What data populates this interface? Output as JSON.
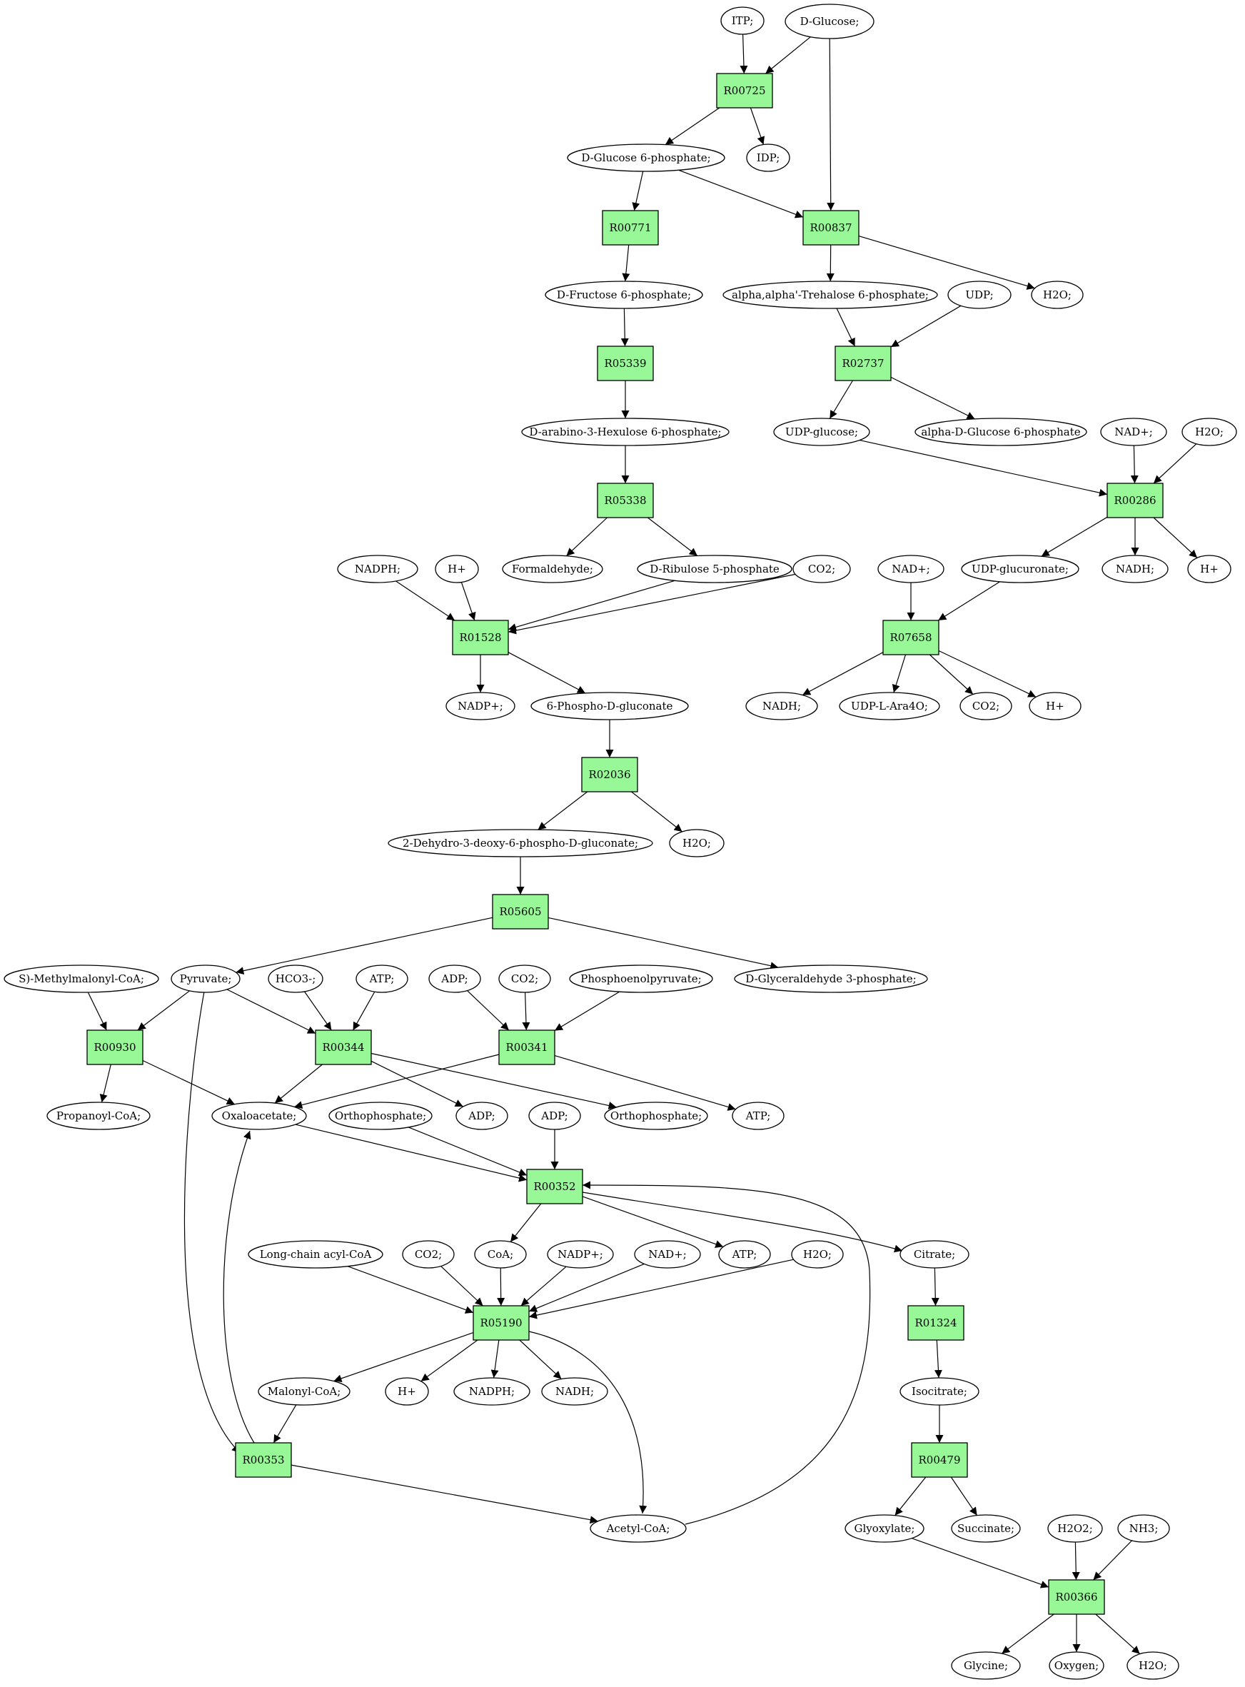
{
  "colors": {
    "reaction": "#98f898",
    "source": "#00f000",
    "target": "#ffff00",
    "compound": "#ffffff"
  },
  "nodes": [
    {
      "id": "c_itp",
      "label": "ITP;",
      "kind": "compound"
    },
    {
      "id": "c_dglc",
      "label": "D-Glucose;",
      "kind": "source"
    },
    {
      "id": "r_00725",
      "label": "R00725",
      "kind": "reaction"
    },
    {
      "id": "c_g6p",
      "label": "D-Glucose 6-phosphate;",
      "kind": "compound"
    },
    {
      "id": "c_idp",
      "label": "IDP;",
      "kind": "compound"
    },
    {
      "id": "r_00771",
      "label": "R00771",
      "kind": "reaction"
    },
    {
      "id": "r_00837",
      "label": "R00837",
      "kind": "reaction"
    },
    {
      "id": "c_f6p",
      "label": "D-Fructose 6-phosphate;",
      "kind": "compound"
    },
    {
      "id": "c_tre6p",
      "label": "alpha,alpha'-Trehalose 6-phosphate;",
      "kind": "compound"
    },
    {
      "id": "c_udp",
      "label": "UDP;",
      "kind": "compound"
    },
    {
      "id": "c_h2o_a",
      "label": "H2O;",
      "kind": "compound"
    },
    {
      "id": "r_05339",
      "label": "R05339",
      "kind": "reaction"
    },
    {
      "id": "r_02737",
      "label": "R02737",
      "kind": "reaction"
    },
    {
      "id": "c_hex6p",
      "label": "D-arabino-3-Hexulose 6-phosphate;",
      "kind": "compound"
    },
    {
      "id": "c_udpglc",
      "label": "UDP-glucose;",
      "kind": "compound"
    },
    {
      "id": "c_ag6p",
      "label": "alpha-D-Glucose 6-phosphate",
      "kind": "compound"
    },
    {
      "id": "c_nad_a",
      "label": "NAD+;",
      "kind": "compound"
    },
    {
      "id": "c_h2o_b",
      "label": "H2O;",
      "kind": "compound"
    },
    {
      "id": "r_05338",
      "label": "R05338",
      "kind": "reaction"
    },
    {
      "id": "r_00286",
      "label": "R00286",
      "kind": "reaction"
    },
    {
      "id": "c_nadph_a",
      "label": "NADPH;",
      "kind": "compound"
    },
    {
      "id": "c_h_a",
      "label": "H+",
      "kind": "compound"
    },
    {
      "id": "c_hcho",
      "label": "Formaldehyde;",
      "kind": "compound"
    },
    {
      "id": "c_ru5p",
      "label": "D-Ribulose 5-phosphate",
      "kind": "compound"
    },
    {
      "id": "c_co2_a",
      "label": "CO2;",
      "kind": "compound"
    },
    {
      "id": "c_nad_b",
      "label": "NAD+;",
      "kind": "compound"
    },
    {
      "id": "c_udpglcu",
      "label": "UDP-glucuronate;",
      "kind": "compound"
    },
    {
      "id": "c_nadh_a",
      "label": "NADH;",
      "kind": "compound"
    },
    {
      "id": "c_h_b",
      "label": "H+",
      "kind": "compound"
    },
    {
      "id": "r_01528",
      "label": "R01528",
      "kind": "reaction"
    },
    {
      "id": "r_07658",
      "label": "R07658",
      "kind": "reaction"
    },
    {
      "id": "c_nadp_a",
      "label": "NADP+;",
      "kind": "compound"
    },
    {
      "id": "c_6pg",
      "label": "6-Phospho-D-gluconate",
      "kind": "compound"
    },
    {
      "id": "c_nadh_b",
      "label": "NADH;",
      "kind": "compound"
    },
    {
      "id": "c_udpara",
      "label": "UDP-L-Ara4O;",
      "kind": "compound"
    },
    {
      "id": "c_co2_b",
      "label": "CO2;",
      "kind": "compound"
    },
    {
      "id": "c_h_c",
      "label": "H+",
      "kind": "compound"
    },
    {
      "id": "r_02036",
      "label": "R02036",
      "kind": "reaction"
    },
    {
      "id": "c_kdpg",
      "label": "2-Dehydro-3-deoxy-6-phospho-D-gluconate;",
      "kind": "compound"
    },
    {
      "id": "c_h2o_c",
      "label": "H2O;",
      "kind": "compound"
    },
    {
      "id": "r_05605",
      "label": "R05605",
      "kind": "reaction"
    },
    {
      "id": "c_smmcoa",
      "label": "S)-Methylmalonyl-CoA;",
      "kind": "compound"
    },
    {
      "id": "c_pyr",
      "label": "Pyruvate;",
      "kind": "compound"
    },
    {
      "id": "c_hco3",
      "label": "HCO3-;",
      "kind": "compound"
    },
    {
      "id": "c_atp_a",
      "label": "ATP;",
      "kind": "compound"
    },
    {
      "id": "c_adp_a",
      "label": "ADP;",
      "kind": "compound"
    },
    {
      "id": "c_co2_c",
      "label": "CO2;",
      "kind": "compound"
    },
    {
      "id": "c_pep",
      "label": "Phosphoenolpyruvate;",
      "kind": "compound"
    },
    {
      "id": "c_gap",
      "label": "D-Glyceraldehyde 3-phosphate;",
      "kind": "compound"
    },
    {
      "id": "r_00930",
      "label": "R00930",
      "kind": "reaction"
    },
    {
      "id": "r_00344",
      "label": "R00344",
      "kind": "reaction"
    },
    {
      "id": "r_00341",
      "label": "R00341",
      "kind": "reaction"
    },
    {
      "id": "c_propcoa",
      "label": "Propanoyl-CoA;",
      "kind": "compound"
    },
    {
      "id": "c_oaa",
      "label": "Oxaloacetate;",
      "kind": "compound"
    },
    {
      "id": "c_pi_a",
      "label": "Orthophosphate;",
      "kind": "compound"
    },
    {
      "id": "c_adp_b",
      "label": "ADP;",
      "kind": "compound"
    },
    {
      "id": "c_adp_c",
      "label": "ADP;",
      "kind": "compound"
    },
    {
      "id": "c_pi_b",
      "label": "Orthophosphate;",
      "kind": "compound"
    },
    {
      "id": "c_atp_b",
      "label": "ATP;",
      "kind": "compound"
    },
    {
      "id": "r_00352",
      "label": "R00352",
      "kind": "reaction"
    },
    {
      "id": "c_lcacoa",
      "label": "Long-chain acyl-CoA",
      "kind": "compound"
    },
    {
      "id": "c_co2_d",
      "label": "CO2;",
      "kind": "compound"
    },
    {
      "id": "c_coa",
      "label": "CoA;",
      "kind": "compound"
    },
    {
      "id": "c_nadp_b",
      "label": "NADP+;",
      "kind": "compound"
    },
    {
      "id": "c_nad_c",
      "label": "NAD+;",
      "kind": "compound"
    },
    {
      "id": "c_atp_c",
      "label": "ATP;",
      "kind": "compound"
    },
    {
      "id": "c_h2o_d",
      "label": "H2O;",
      "kind": "compound"
    },
    {
      "id": "c_cit",
      "label": "Citrate;",
      "kind": "compound"
    },
    {
      "id": "r_05190",
      "label": "R05190",
      "kind": "reaction"
    },
    {
      "id": "r_01324",
      "label": "R01324",
      "kind": "reaction"
    },
    {
      "id": "c_malcoa",
      "label": "Malonyl-CoA;",
      "kind": "compound"
    },
    {
      "id": "c_h_d",
      "label": "H+",
      "kind": "compound"
    },
    {
      "id": "c_nadph_b",
      "label": "NADPH;",
      "kind": "compound"
    },
    {
      "id": "c_nadh_c",
      "label": "NADH;",
      "kind": "compound"
    },
    {
      "id": "c_icit",
      "label": "Isocitrate;",
      "kind": "compound"
    },
    {
      "id": "r_00353",
      "label": "R00353",
      "kind": "reaction"
    },
    {
      "id": "r_00479",
      "label": "R00479",
      "kind": "reaction"
    },
    {
      "id": "c_accoa",
      "label": "Acetyl-CoA;",
      "kind": "compound"
    },
    {
      "id": "c_glx",
      "label": "Glyoxylate;",
      "kind": "compound"
    },
    {
      "id": "c_succ",
      "label": "Succinate;",
      "kind": "compound"
    },
    {
      "id": "c_h2o2",
      "label": "H2O2;",
      "kind": "compound"
    },
    {
      "id": "c_nh3",
      "label": "NH3;",
      "kind": "compound"
    },
    {
      "id": "r_00366",
      "label": "R00366",
      "kind": "reaction"
    },
    {
      "id": "c_gly",
      "label": "Glycine;",
      "kind": "target"
    },
    {
      "id": "c_o2",
      "label": "Oxygen;",
      "kind": "compound"
    },
    {
      "id": "c_h2o_e",
      "label": "H2O;",
      "kind": "compound"
    }
  ],
  "edges": [
    [
      "c_itp",
      "r_00725"
    ],
    [
      "c_dglc",
      "r_00725"
    ],
    [
      "c_dglc",
      "r_00837"
    ],
    [
      "r_00725",
      "c_g6p"
    ],
    [
      "r_00725",
      "c_idp"
    ],
    [
      "c_g6p",
      "r_00771"
    ],
    [
      "c_g6p",
      "r_00837"
    ],
    [
      "r_00771",
      "c_f6p"
    ],
    [
      "r_00837",
      "c_tre6p"
    ],
    [
      "r_00837",
      "c_h2o_a"
    ],
    [
      "c_f6p",
      "r_05339"
    ],
    [
      "c_tre6p",
      "r_02737"
    ],
    [
      "c_udp",
      "r_02737"
    ],
    [
      "r_05339",
      "c_hex6p"
    ],
    [
      "r_02737",
      "c_udpglc"
    ],
    [
      "r_02737",
      "c_ag6p"
    ],
    [
      "c_hex6p",
      "r_05338"
    ],
    [
      "c_udpglc",
      "r_00286"
    ],
    [
      "c_nad_a",
      "r_00286"
    ],
    [
      "c_h2o_b",
      "r_00286"
    ],
    [
      "r_05338",
      "c_hcho"
    ],
    [
      "r_05338",
      "c_ru5p"
    ],
    [
      "r_00286",
      "c_udpglcu"
    ],
    [
      "r_00286",
      "c_nadh_a"
    ],
    [
      "r_00286",
      "c_h_b"
    ],
    [
      "c_nadph_a",
      "r_01528"
    ],
    [
      "c_h_a",
      "r_01528"
    ],
    [
      "c_ru5p",
      "r_01528"
    ],
    [
      "c_co2_a",
      "r_01528"
    ],
    [
      "c_nad_b",
      "r_07658"
    ],
    [
      "c_udpglcu",
      "r_07658"
    ],
    [
      "r_01528",
      "c_nadp_a"
    ],
    [
      "r_01528",
      "c_6pg"
    ],
    [
      "r_07658",
      "c_nadh_b"
    ],
    [
      "r_07658",
      "c_udpara"
    ],
    [
      "r_07658",
      "c_co2_b"
    ],
    [
      "r_07658",
      "c_h_c"
    ],
    [
      "c_6pg",
      "r_02036"
    ],
    [
      "r_02036",
      "c_kdpg"
    ],
    [
      "r_02036",
      "c_h2o_c"
    ],
    [
      "c_kdpg",
      "r_05605"
    ],
    [
      "r_05605",
      "c_pyr"
    ],
    [
      "r_05605",
      "c_gap"
    ],
    [
      "c_smmcoa",
      "r_00930"
    ],
    [
      "c_pyr",
      "r_00930"
    ],
    [
      "c_pyr",
      "r_00344"
    ],
    [
      "c_pyr",
      "r_00353"
    ],
    [
      "c_hco3",
      "r_00344"
    ],
    [
      "c_atp_a",
      "r_00344"
    ],
    [
      "c_adp_a",
      "r_00341"
    ],
    [
      "c_co2_c",
      "r_00341"
    ],
    [
      "c_pep",
      "r_00341"
    ],
    [
      "r_00930",
      "c_propcoa"
    ],
    [
      "r_00930",
      "c_oaa"
    ],
    [
      "r_00344",
      "c_oaa"
    ],
    [
      "r_00344",
      "c_adp_b"
    ],
    [
      "r_00344",
      "c_pi_b"
    ],
    [
      "r_00341",
      "c_oaa"
    ],
    [
      "r_00341",
      "c_atp_b"
    ],
    [
      "c_oaa",
      "r_00352"
    ],
    [
      "c_pi_a",
      "r_00352"
    ],
    [
      "c_adp_c",
      "r_00352"
    ],
    [
      "c_accoa",
      "r_00352"
    ],
    [
      "r_00352",
      "c_coa"
    ],
    [
      "r_00352",
      "c_atp_c"
    ],
    [
      "r_00352",
      "c_cit"
    ],
    [
      "c_lcacoa",
      "r_05190"
    ],
    [
      "c_co2_d",
      "r_05190"
    ],
    [
      "c_coa",
      "r_05190"
    ],
    [
      "c_nadp_b",
      "r_05190"
    ],
    [
      "c_nad_c",
      "r_05190"
    ],
    [
      "c_h2o_d",
      "r_05190"
    ],
    [
      "r_05190",
      "c_malcoa"
    ],
    [
      "r_05190",
      "c_h_d"
    ],
    [
      "r_05190",
      "c_nadph_b"
    ],
    [
      "r_05190",
      "c_nadh_c"
    ],
    [
      "r_05190",
      "c_accoa"
    ],
    [
      "c_cit",
      "r_01324"
    ],
    [
      "r_01324",
      "c_icit"
    ],
    [
      "c_malcoa",
      "r_00353"
    ],
    [
      "r_00353",
      "c_oaa"
    ],
    [
      "r_00353",
      "c_accoa"
    ],
    [
      "c_icit",
      "r_00479"
    ],
    [
      "r_00479",
      "c_glx"
    ],
    [
      "r_00479",
      "c_succ"
    ],
    [
      "c_glx",
      "r_00366"
    ],
    [
      "c_h2o2",
      "r_00366"
    ],
    [
      "c_nh3",
      "r_00366"
    ],
    [
      "r_00366",
      "c_gly"
    ],
    [
      "r_00366",
      "c_o2"
    ],
    [
      "r_00366",
      "c_h2o_e"
    ]
  ]
}
